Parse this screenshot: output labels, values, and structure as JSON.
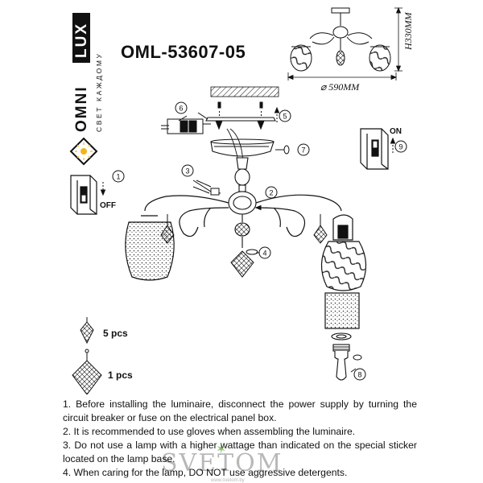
{
  "brand": {
    "name": "OMNILUX",
    "tagline": "СВЕТ КАЖДОМУ"
  },
  "model": {
    "code": "OML-53607-05"
  },
  "dimensions": {
    "height": "H330MM",
    "diameter": "⌀ 590MM"
  },
  "switch": {
    "off_label": "OFF",
    "on_label": "ON"
  },
  "steps": [
    "1",
    "2",
    "3",
    "4",
    "5",
    "6",
    "7",
    "8",
    "9"
  ],
  "parts": [
    {
      "count": "5 pcs"
    },
    {
      "count": "1 pcs"
    }
  ],
  "instructions": [
    "1. Before installing the luminaire, disconnect the power supply by turning the circuit breaker or fuse on the electrical panel box.",
    "2. It is recommended to use gloves when assembling the luminaire.",
    "3. Do not use a lamp with a higher wattage than indicated on the special sticker located on the lamp base.",
    "4. When caring for the lamp, DO NOT use aggressive detergents."
  ],
  "watermark": {
    "text": "SVETOM",
    "sub": "www.svetom.by"
  },
  "colors": {
    "ink": "#111111",
    "logo_gold": "#f2b41c",
    "watermark_green": "#5aa028"
  }
}
